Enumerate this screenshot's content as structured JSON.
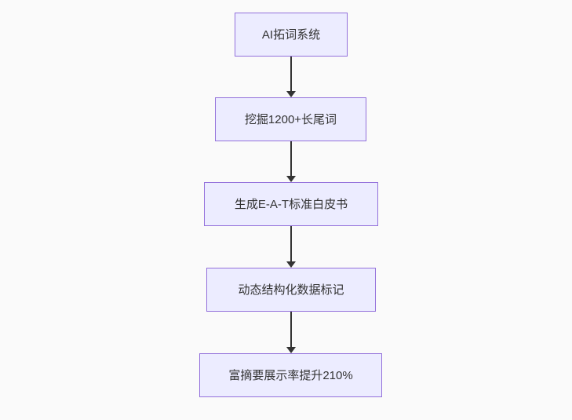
{
  "diagram": {
    "type": "flowchart",
    "direction": "top-down",
    "nodes": [
      {
        "id": "step-1",
        "label": "AI拓词系统"
      },
      {
        "id": "step-2",
        "label": "挖掘1200+长尾词"
      },
      {
        "id": "step-3",
        "label": "生成E-A-T标准白皮书"
      },
      {
        "id": "step-4",
        "label": "动态结构化数据标记"
      },
      {
        "id": "step-5",
        "label": "富摘要展示率提升210%"
      }
    ],
    "edges": [
      {
        "from": "step-1",
        "to": "step-2",
        "label": ""
      },
      {
        "from": "step-2",
        "to": "step-3",
        "label": ""
      },
      {
        "from": "step-3",
        "to": "step-4",
        "label": ""
      },
      {
        "from": "step-4",
        "to": "step-5",
        "label": ""
      }
    ],
    "colors": {
      "node_fill": "#ECECFF",
      "node_border": "#9370DB",
      "node_text": "#333333",
      "arrow": "#333333",
      "background": "#fafafa"
    }
  }
}
